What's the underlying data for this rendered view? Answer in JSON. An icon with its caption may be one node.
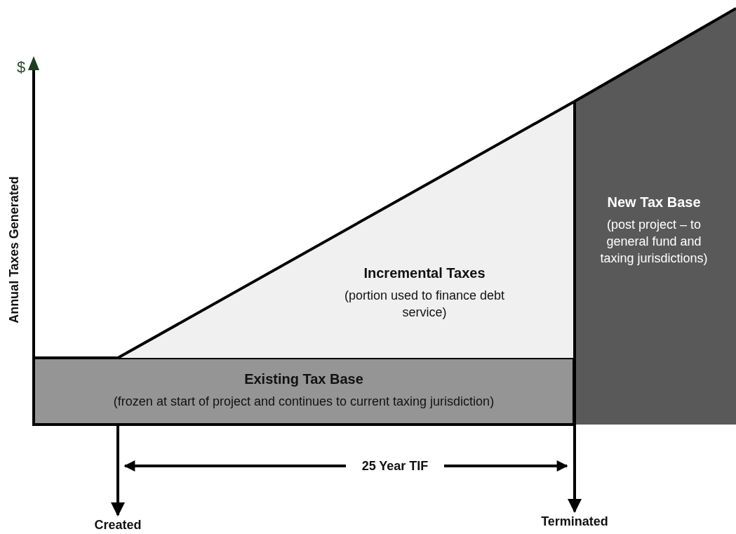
{
  "diagram": {
    "nodes": [
      {
        "text": [
          "Existing Tax Base",
          "(frozen at start of project and continues to current taxing jurisdiction)"
        ]
      },
      {
        "text": [
          "Incremental Taxes",
          "(portion used to finance debt service)"
        ]
      },
      {
        "text": [
          "New Tax Base",
          "(post project – to general fund and taxing jurisdictions)"
        ]
      },
      {
        "text": [
          "Created"
        ]
      },
      {
        "text": [
          "Terminated"
        ]
      }
    ],
    "edges": [
      {
        "from": 0,
        "to": 3,
        "arrow": "to"
      },
      {
        "from": 2,
        "to": 4,
        "arrow": "to"
      }
    ],
    "labels": [
      "$",
      "Annual Taxes Generated",
      "25 Year TIF"
    ]
  }
}
